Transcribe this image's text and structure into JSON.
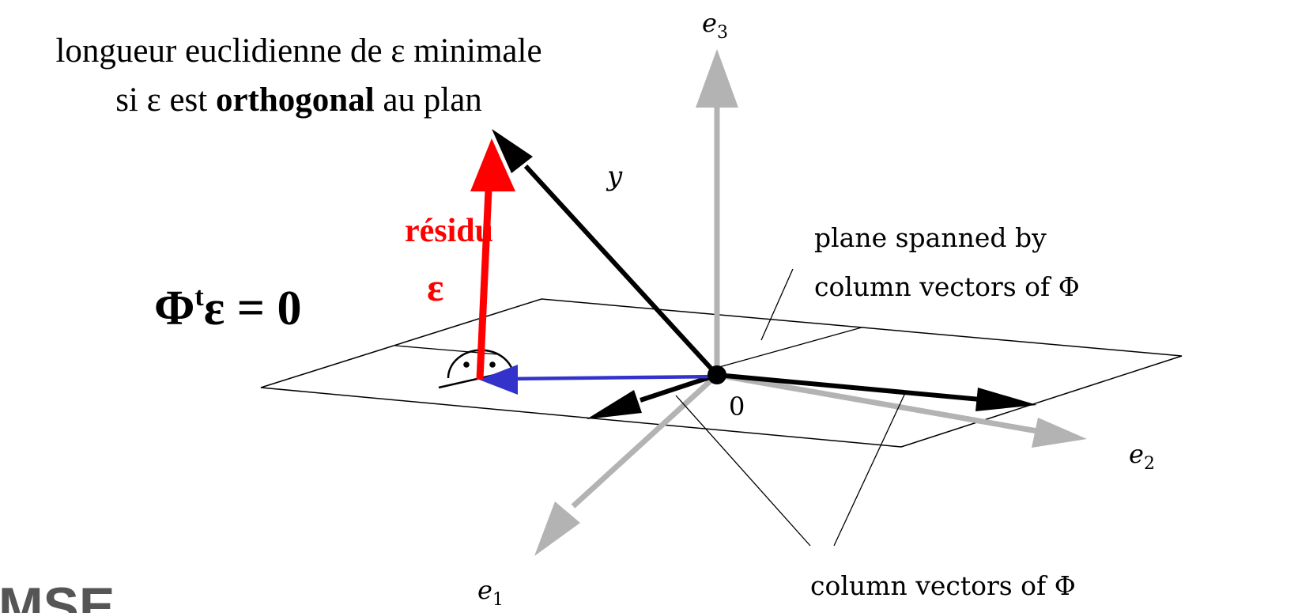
{
  "caption": {
    "line1": "longueur euclidienne de ε minimale",
    "line2_pre": "si ε est ",
    "line2_bold": "orthogonal",
    "line2_post": " au plan"
  },
  "labels": {
    "residu": "résidu",
    "epsilon": "ε",
    "eq_phi": "Φ",
    "eq_t": "t",
    "eq_rest": "ε = 0",
    "y": "y",
    "origin": "0",
    "e1_base": "e",
    "e1_sub": "1",
    "e2_base": "e",
    "e2_sub": "2",
    "e3_base": "e",
    "e3_sub": "3",
    "plane_line1": "plane spanned by",
    "plane_line2": "column vectors of Φ",
    "column_vectors": "column vectors of Φ"
  },
  "logo": {
    "text": "MSE"
  },
  "colors": {
    "axis_gray": "#b3b3b3",
    "residual_red": "#ff0000",
    "projection_blue": "#3333cc",
    "vector_black": "#000000"
  }
}
